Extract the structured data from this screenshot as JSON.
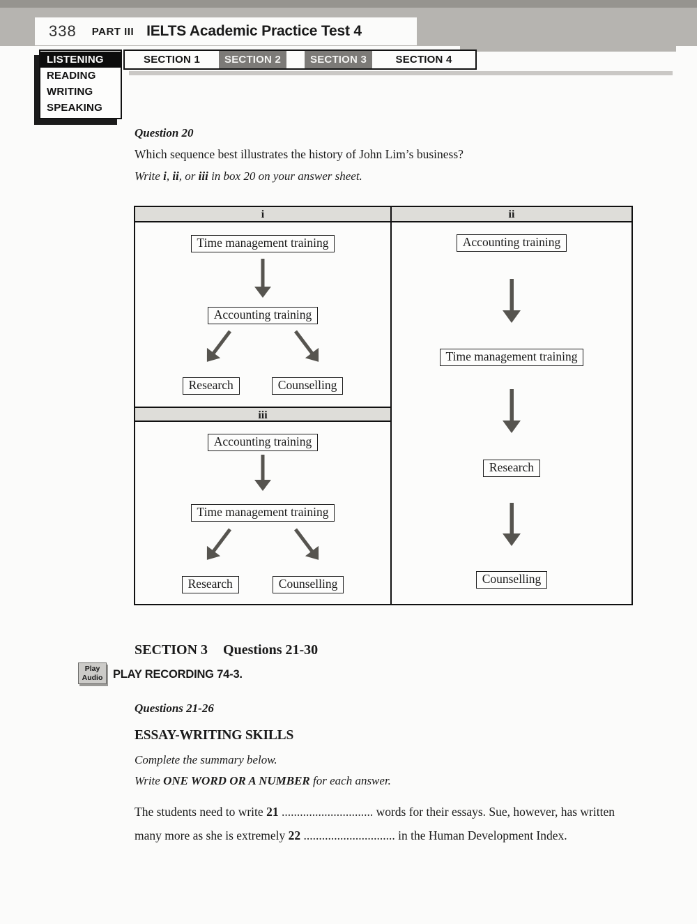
{
  "header": {
    "page_number": "338",
    "part": "PART III",
    "title": "IELTS Academic Practice Test 4"
  },
  "skills_menu": {
    "items": [
      {
        "label": "LISTENING",
        "active": true
      },
      {
        "label": "READING",
        "active": false
      },
      {
        "label": "WRITING",
        "active": false
      },
      {
        "label": "SPEAKING",
        "active": false
      }
    ]
  },
  "section_tabs": {
    "items": [
      {
        "label": "SECTION 1",
        "highlighted": false
      },
      {
        "label": "SECTION 2",
        "highlighted": true
      },
      {
        "label": "SECTION 3",
        "highlighted": true
      },
      {
        "label": "SECTION 4",
        "highlighted": false
      }
    ]
  },
  "question20": {
    "heading": "Question 20",
    "prompt": "Which sequence best illustrates the history of John Lim’s business?",
    "instruction": {
      "p1": "Write ",
      "p2": "i",
      "p3": ", ",
      "p4": "ii",
      "p5": ", or ",
      "p6": "iii",
      "p7": " in box 20 on your answer sheet."
    }
  },
  "diagram": {
    "options": [
      {
        "id": "i",
        "step1": "Time management training",
        "step2": "Accounting training",
        "branch_left": "Research",
        "branch_right": "Counselling"
      },
      {
        "id": "ii",
        "step1": "Accounting training",
        "step2": "Time management training",
        "step3": "Research",
        "step4": "Counselling"
      },
      {
        "id": "iii",
        "step1": "Accounting training",
        "step2": "Time management training",
        "branch_left": "Research",
        "branch_right": "Counselling"
      }
    ]
  },
  "section3": {
    "heading_section": "SECTION 3",
    "heading_questions": "Questions 21-30",
    "play_button_line1": "Play",
    "play_button_line2": "Audio",
    "play_recording": "PLAY RECORDING 74-3.",
    "subheading": "Questions 21-26",
    "summary_title": "ESSAY-WRITING SKILLS",
    "instruction_line1": "Complete the summary below.",
    "instruction_line2": {
      "p1": "Write ",
      "p2": "ONE WORD OR A NUMBER",
      "p3": " for each answer."
    },
    "summary": {
      "s1": "The students need to write ",
      "q21_label": "21",
      "gap1": " ..............................",
      "s2": " words for their essays. Sue, however, has written many more as she is extremely ",
      "q22_label": "22",
      "gap2": " ..............................",
      "s3": " in the Human Development Index."
    }
  },
  "colors": {
    "band_gray": "#b6b4b0",
    "tab_highlight_gray": "#7c7a77",
    "panel_header_gray": "#deddd9",
    "arrow_gray": "#56544f",
    "menu_active_black": "#0c0c0c"
  }
}
